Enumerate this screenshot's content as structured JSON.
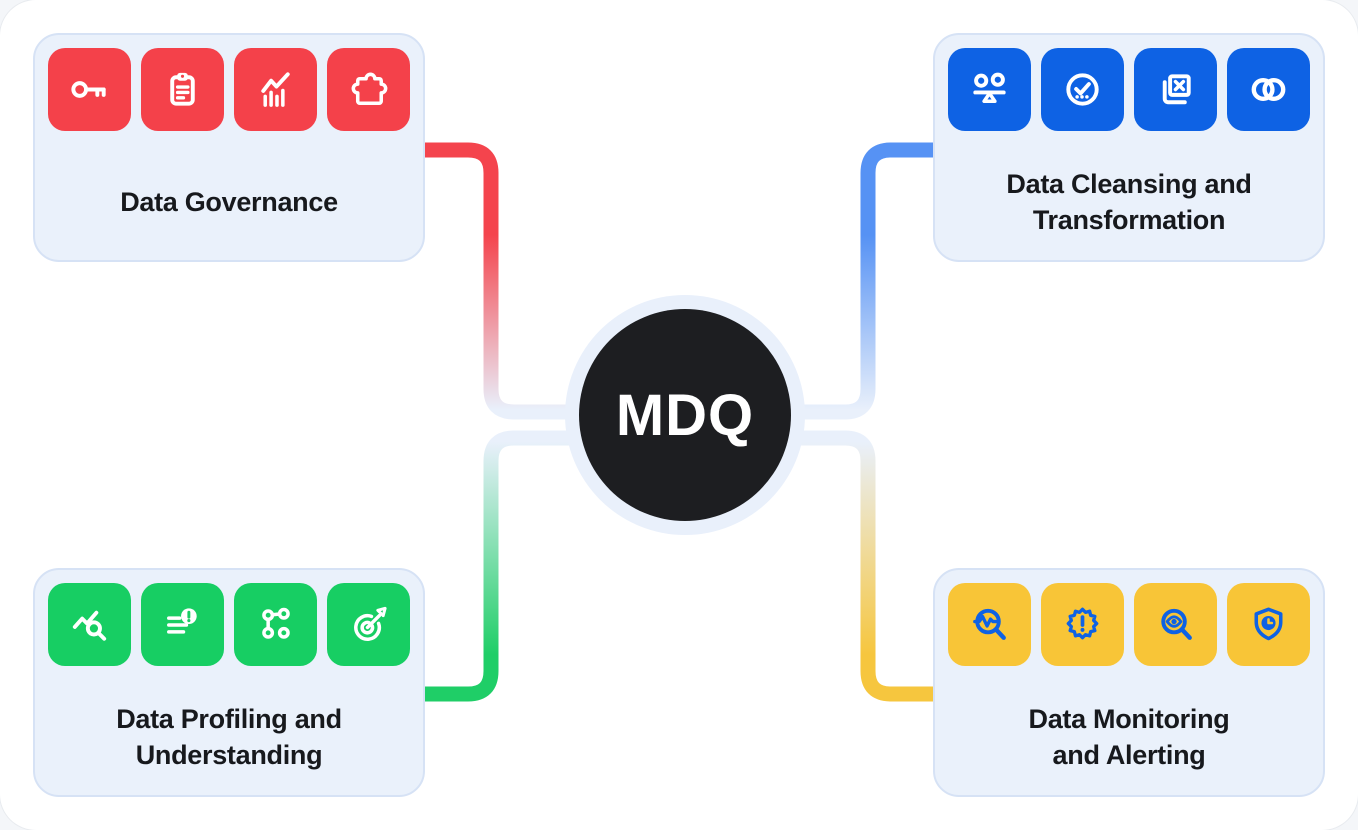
{
  "diagram": {
    "center_label": "MDQ",
    "colors": {
      "canvas": "#FFFFFF",
      "center_circle": "#1D1E21",
      "center_text": "#FFFFFF",
      "halo": "#E9F0FB",
      "box_bg": "#EAF1FB",
      "box_border": "#D6E2F5",
      "title_text": "#17191D",
      "connector_fade": "#E9F0FB"
    },
    "groups": [
      {
        "name": "Data Governance",
        "position": "top-left",
        "title_lines": [
          "Data Governance",
          ""
        ],
        "tile_color": "#F4414A",
        "icon_color": "#FFFFFF",
        "connector_color": "#F4444D",
        "icons": [
          "key-icon",
          "clipboard-icon",
          "bar-chart-icon",
          "puzzle-icon"
        ]
      },
      {
        "name": "Data Cleansing and Transformation",
        "position": "top-right",
        "title_lines": [
          "Data Cleansing and",
          "Transformation"
        ],
        "tile_color": "#0E62E4",
        "icon_color": "#FFFFFF",
        "connector_color": "#5692F4",
        "icons": [
          "balance-icon",
          "check-circle-icon",
          "duplicate-remove-icon",
          "merge-circles-icon"
        ]
      },
      {
        "name": "Data Profiling and Understanding",
        "position": "bottom-left",
        "title_lines": [
          "Data Profiling and",
          "Understanding"
        ],
        "tile_color": "#17CE63",
        "icon_color": "#FFFFFF",
        "connector_color": "#1FCE67",
        "icons": [
          "trend-search-icon",
          "list-alert-icon",
          "flow-nodes-icon",
          "target-dart-icon"
        ]
      },
      {
        "name": "Data Monitoring and Alerting",
        "position": "bottom-right",
        "title_lines": [
          "Data Monitoring",
          "and Alerting"
        ],
        "tile_color": "#F8C537",
        "icon_color": "#0E62E4",
        "connector_color": "#F6C63E",
        "icons": [
          "pulse-search-icon",
          "alert-burst-icon",
          "eye-search-icon",
          "shield-clock-icon"
        ]
      }
    ]
  }
}
